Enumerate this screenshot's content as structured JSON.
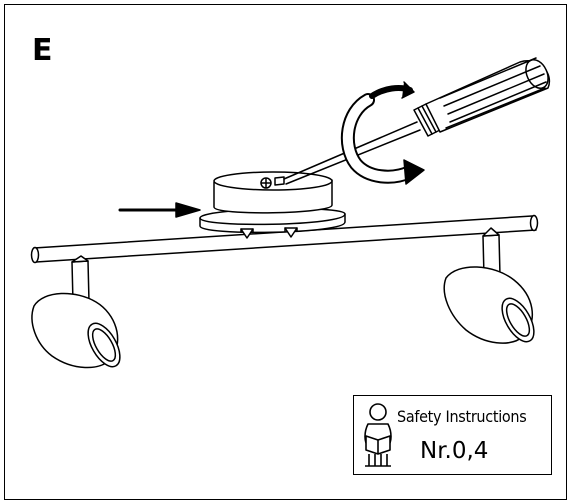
{
  "step": {
    "letter": "E"
  },
  "safety": {
    "title": "Safety Instructions",
    "number": "Nr.0,4"
  },
  "icons": [
    "screwdriver-icon",
    "rotation-arrow-icon",
    "pointer-arrow-icon",
    "reading-person-icon"
  ],
  "colors": {
    "line": "#000000",
    "background": "#ffffff"
  }
}
